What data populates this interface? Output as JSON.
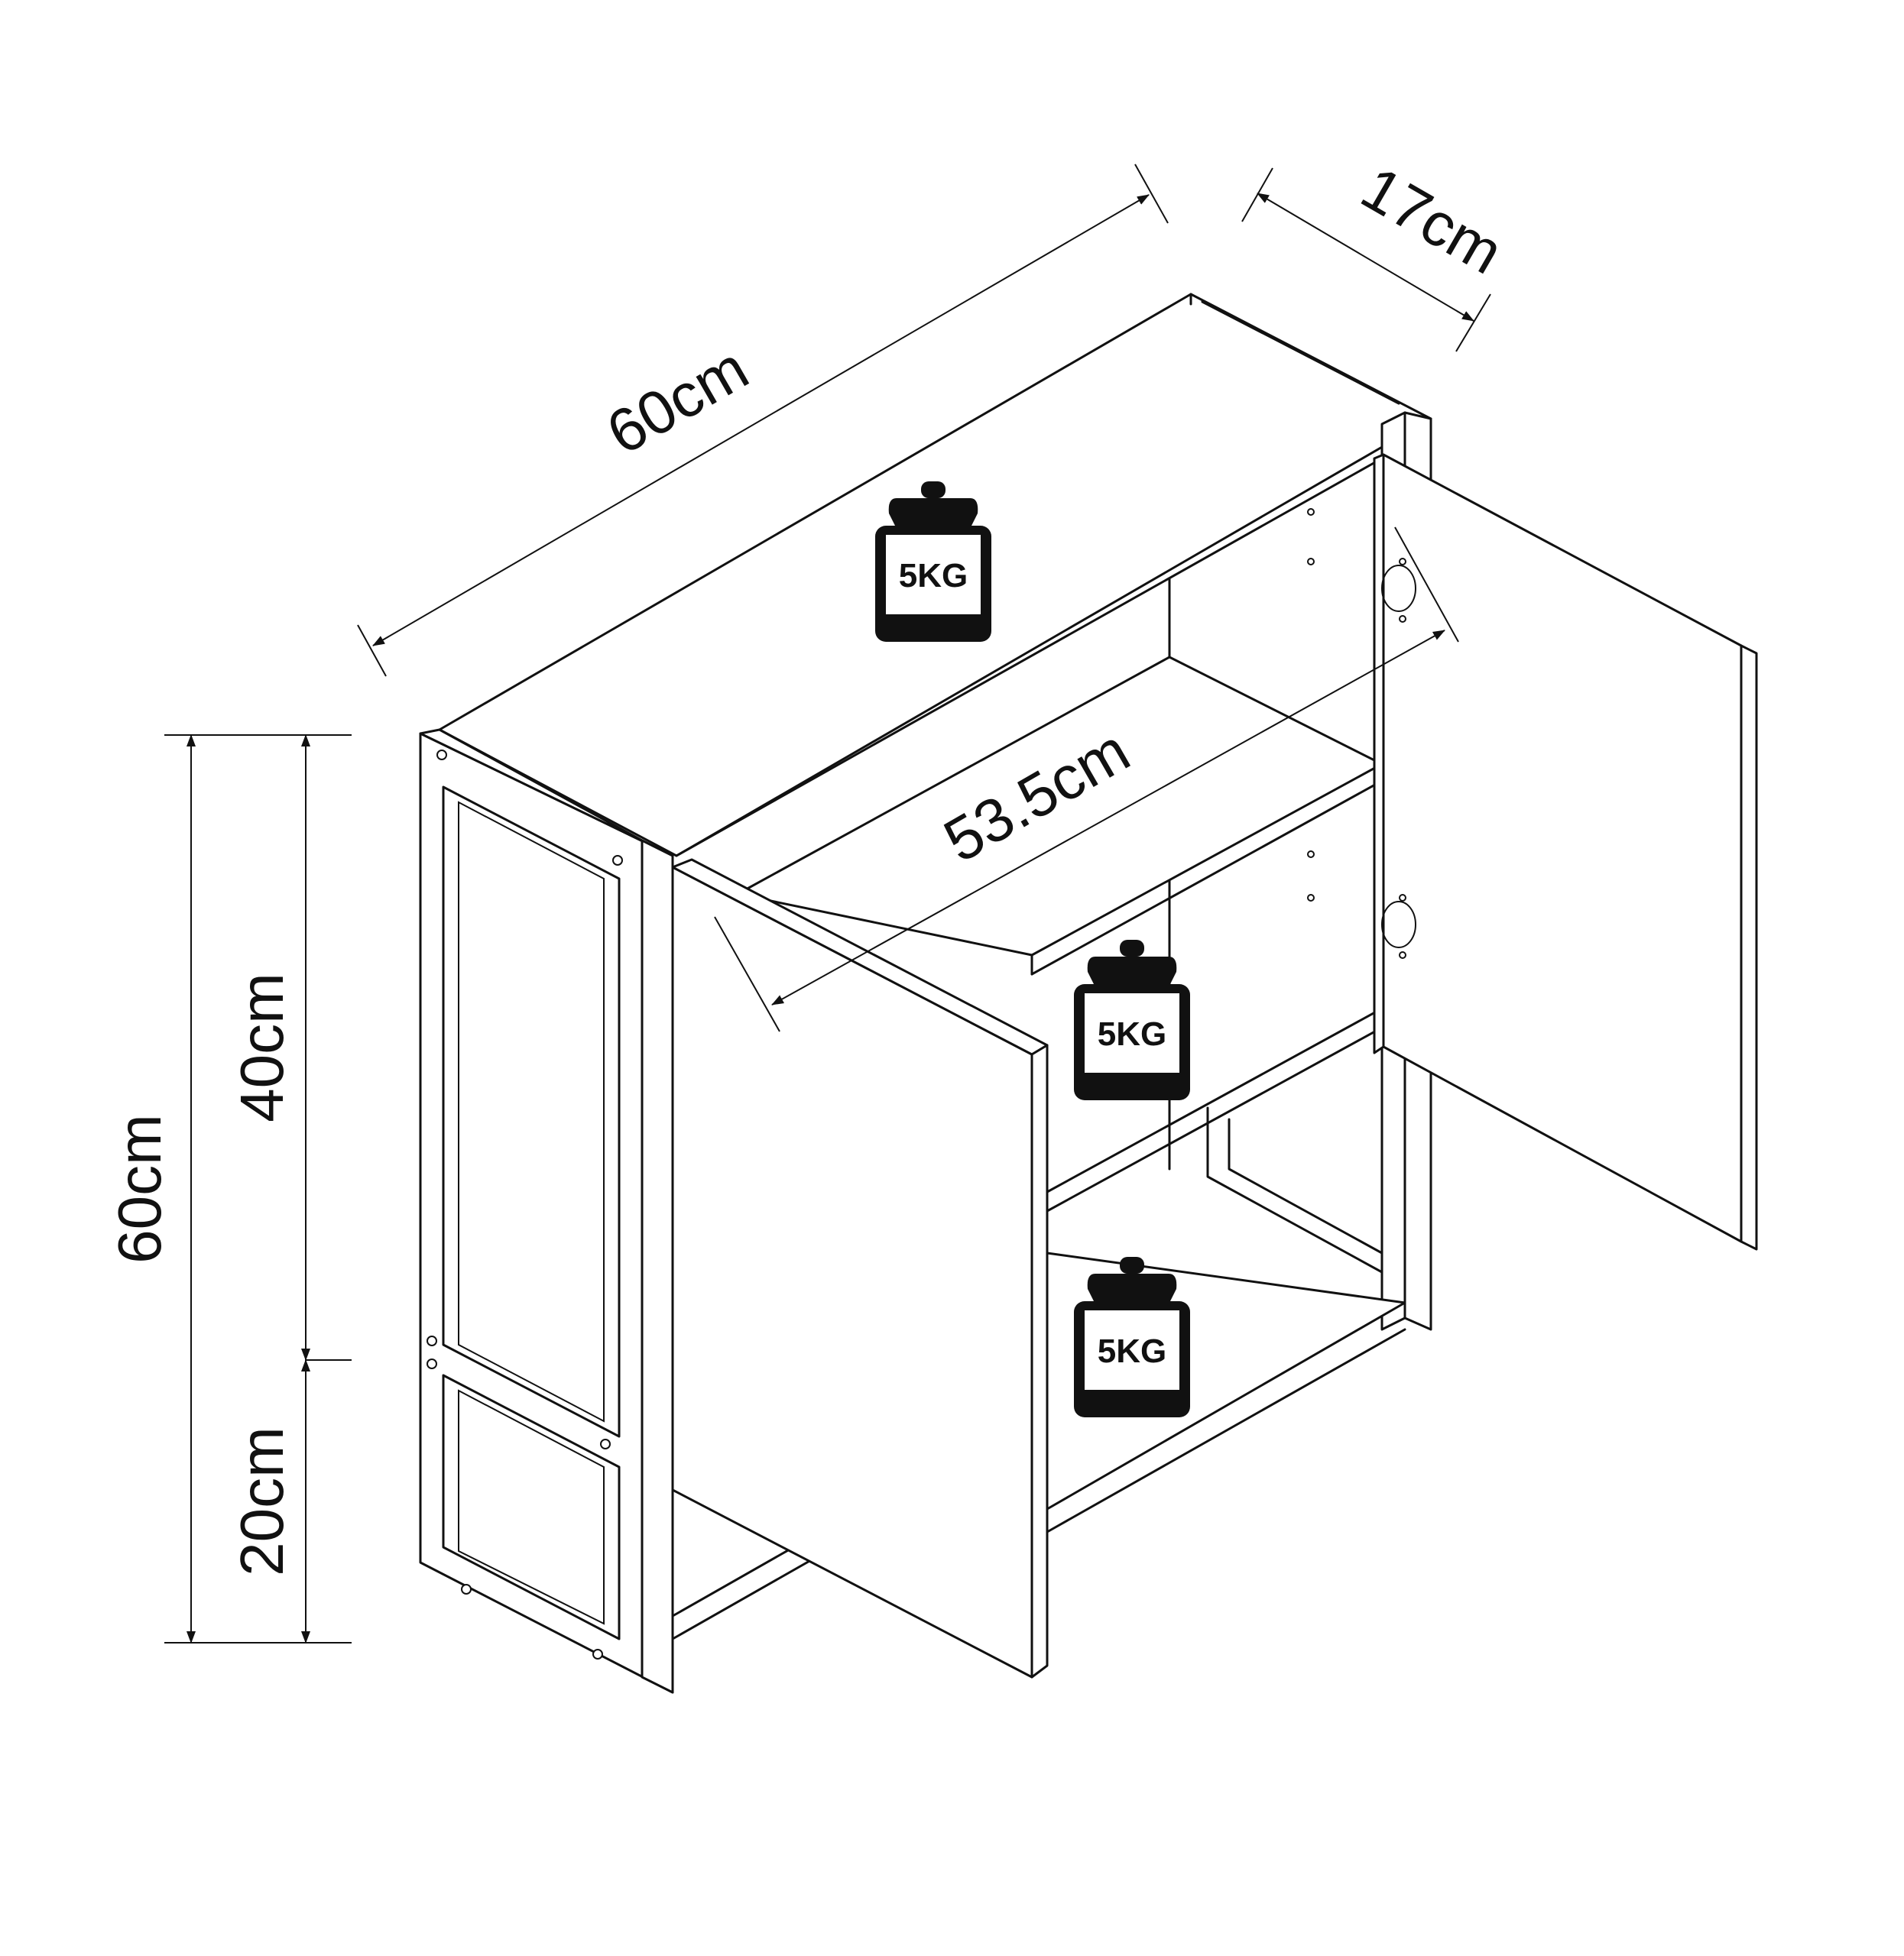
{
  "dimensions": {
    "total_width": "60cm",
    "depth": "17cm",
    "inner_width": "53.5cm",
    "total_height": "60cm",
    "upper_height": "40cm",
    "lower_height": "20cm"
  },
  "weight_limits": {
    "top": "5KG",
    "middle_shelf": "5KG",
    "bottom_shelf": "5KG"
  },
  "colors": {
    "line": "#111111",
    "background": "#ffffff",
    "weight_icon": "#111111"
  },
  "icons": [
    "weight-icon",
    "dimension-arrow-icon"
  ]
}
